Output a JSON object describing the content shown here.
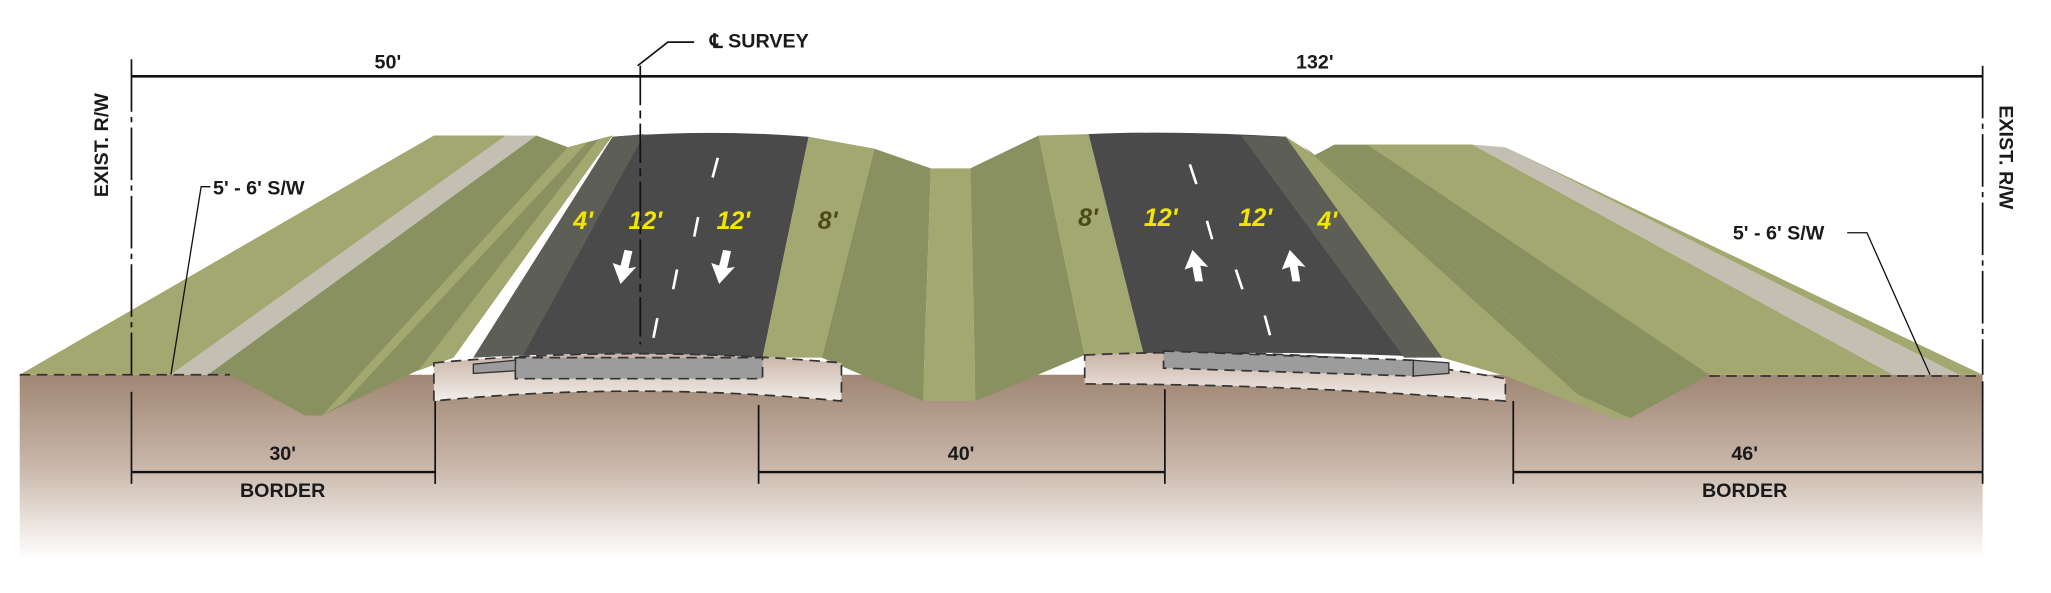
{
  "dimensions": {
    "left_to_centerline": "50'",
    "centerline_to_right": "132'",
    "left_border_width": "30'",
    "median_width": "40'",
    "right_border_width": "46'",
    "border_label": "BORDER"
  },
  "labels": {
    "centerline": "℄ SURVEY",
    "row_left": "EXIST. R/W",
    "row_right": "EXIST. R/W",
    "sidewalk_left": "5' - 6' S/W",
    "sidewalk_right": "5' - 6' S/W"
  },
  "left_roadway": {
    "shoulder_inside": "4'",
    "lane_1": "12'",
    "lane_2": "12'",
    "shoulder_outside": "8'",
    "direction": "down-arrow-icon"
  },
  "right_roadway": {
    "shoulder_outside": "8'",
    "lane_1": "12'",
    "lane_2": "12'",
    "shoulder_inside": "4'",
    "direction": "up-arrow-icon"
  },
  "colors": {
    "grass_light": "#a3a871",
    "grass_dark": "#8a9160",
    "sidewalk": "#c3c0b3",
    "pavement": "#4a4a4a",
    "paved_shoulder": "#5d5f57",
    "lane_text": "#f2e600",
    "shoulder_text": "#4b4a1a",
    "soil": "#a58c7a"
  }
}
